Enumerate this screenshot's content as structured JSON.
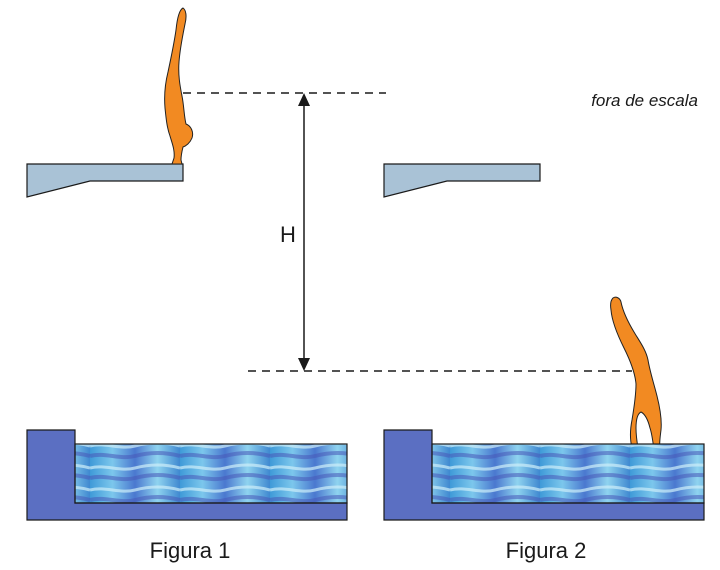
{
  "note": "fora de escala",
  "height_label": "H",
  "figures": [
    {
      "caption": "Figura 1"
    },
    {
      "caption": "Figura 2"
    }
  ],
  "colors": {
    "diver": "#f28a22",
    "diver_outline": "#222222",
    "platform": "#a9c2d6",
    "pool_wall": "#5b6fc2",
    "water_light": "#8fd3ef",
    "water_mid": "#3f9ad8",
    "water_dark": "#4a5fc0",
    "lines": "#1a1a1a"
  }
}
